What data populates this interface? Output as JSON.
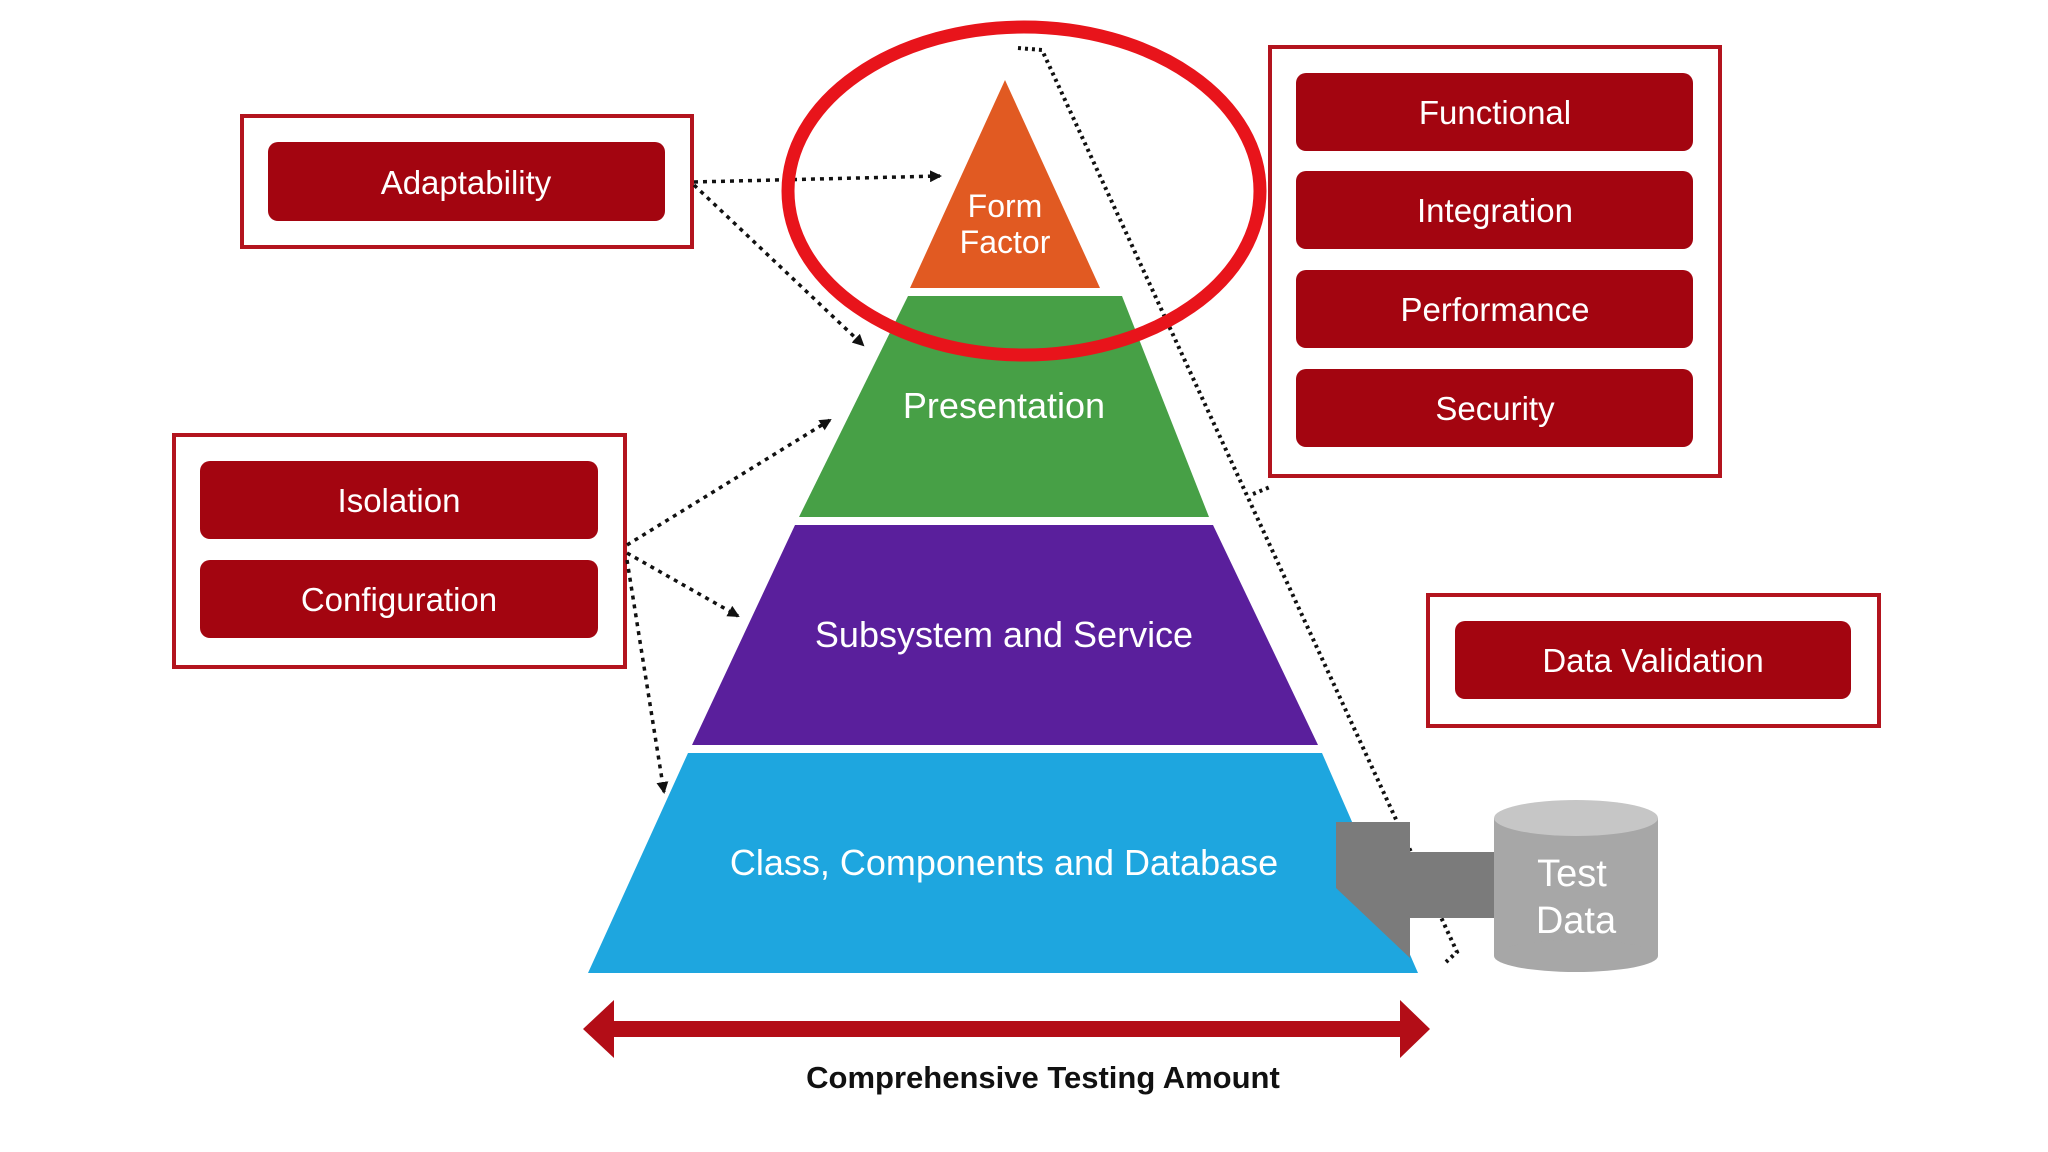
{
  "pyramid": {
    "tiers": [
      {
        "lines": [
          "Form",
          "Factor"
        ],
        "color": "#e15a22"
      },
      {
        "lines": [
          "Presentation"
        ],
        "color": "#47a046"
      },
      {
        "lines": [
          "Subsystem and Service"
        ],
        "color": "#5a1f9c"
      },
      {
        "lines": [
          "Class, Components and Database"
        ],
        "color": "#1ea6df"
      }
    ]
  },
  "left_panels": {
    "top": {
      "items": [
        "Adaptability"
      ]
    },
    "middle": {
      "items": [
        "Isolation",
        "Configuration"
      ]
    }
  },
  "right_panels": {
    "top": {
      "items": [
        "Functional",
        "Integration",
        "Performance",
        "Security"
      ]
    },
    "bottom": {
      "items": [
        "Data Validation"
      ]
    }
  },
  "test_data": {
    "lines": [
      "Test",
      "Data"
    ]
  },
  "caption": "Comprehensive Testing Amount",
  "colors": {
    "button_fill": "#a30510",
    "panel_border": "#b3141e",
    "highlight_circle": "#e8141b",
    "axis_arrow": "#b30d17",
    "input_arrow": "#7b7b7b",
    "cylinder": "#a7a7a7"
  }
}
